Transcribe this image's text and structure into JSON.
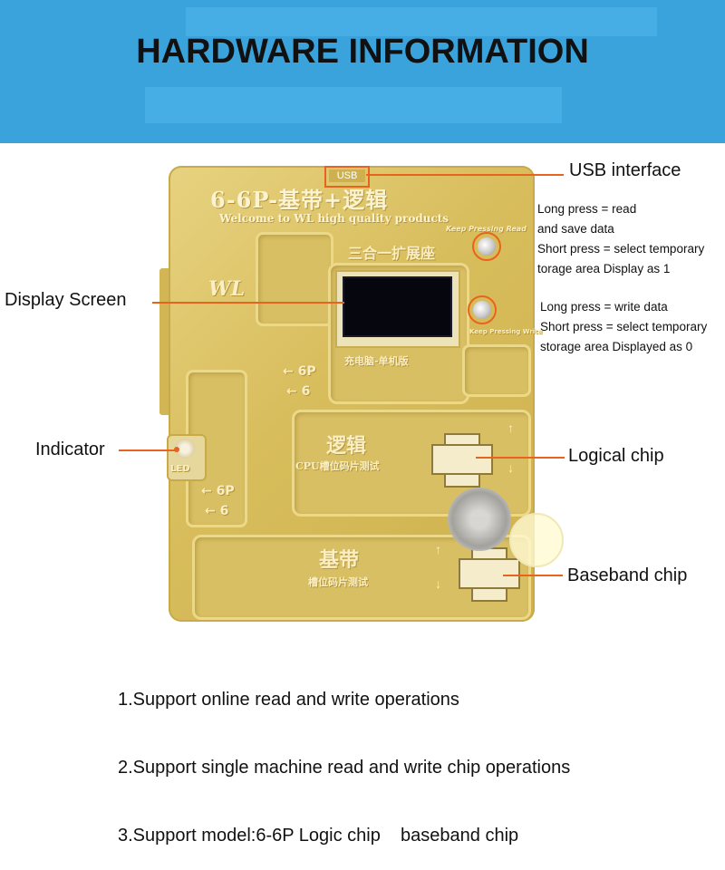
{
  "header": {
    "title": "HARDWARE INFORMATION"
  },
  "board": {
    "usb_label": "USB",
    "title": "6-6P-基带+逻辑",
    "subtitle": "Welcome to WL high quality products",
    "keep_pressing_read": "Keep Pressing Read",
    "expansion_label": "三合一扩展座",
    "keep_pressing_write": "Keep Pressing Write",
    "mode_label": "充电脑-单机版",
    "brand": "WL",
    "model_label_top": "← 6P",
    "model_label_bottom": "← 6",
    "model_label_top_2": "← 6P",
    "model_label_bottom_2": "← 6",
    "logic_slot_title": "逻辑",
    "logic_slot_sub": "CPU槽位码片测试",
    "baseband_slot_title": "基带",
    "baseband_slot_sub": "槽位码片测试",
    "led_label": "LED"
  },
  "callouts": {
    "usb": "USB interface",
    "display": "Display Screen",
    "indicator": "Indicator",
    "logical_chip": "Logical chip",
    "baseband_chip": "Baseband chip",
    "read_button": [
      "Long press = read",
      "and save data",
      "Short press = select temporary",
      "torage area Display as 1"
    ],
    "write_button": [
      "Long press = write data",
      "Short press = select temporary",
      "storage area Displayed as 0"
    ]
  },
  "notes": [
    "1.Support online read and write operations",
    "2.Support single machine read and write chip operations",
    "3.Support model:6-6P Logic chip    baseband chip"
  ],
  "colors": {
    "banner": "#3ba3dc",
    "callout_line": "#e8641e",
    "board": "#d8bd5c"
  }
}
